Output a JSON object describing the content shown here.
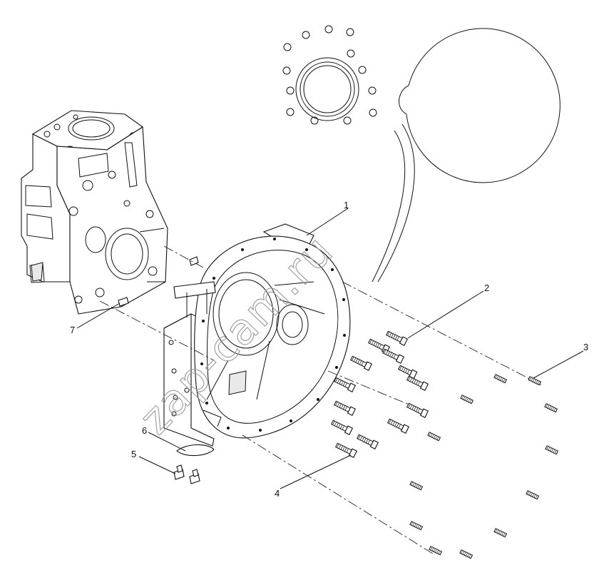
{
  "diagram": {
    "callouts": [
      "1",
      "2",
      "3",
      "4",
      "5",
      "6",
      "7"
    ],
    "watermark": "zap-cam.ru",
    "parts": {
      "engine_block": "engine-block",
      "housing": "flywheel-housing",
      "detail_view": "bolt-pattern-detail",
      "gasket": "gasket",
      "small_screws": "screws",
      "studs": "studs",
      "dowels": "dowel-pins"
    }
  }
}
